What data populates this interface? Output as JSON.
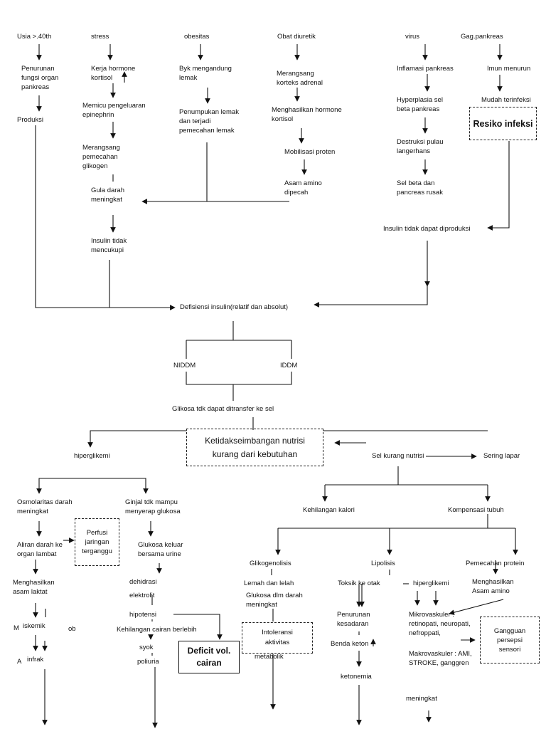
{
  "col1": {
    "title": "Usia >.40th",
    "n1": "Penurunan\nfungsi organ\npankreas",
    "n2": "Produksi"
  },
  "col2": {
    "title": "stress",
    "n1": "Kerja hormone\nkortisol",
    "n2": "Memicu pengeluaran\nepinephrin",
    "n3": "Merangsang\npemecahan\nglikogen",
    "n4": "Gula darah\nmeningkat",
    "n5": "Insulin tidak\nmencukupi"
  },
  "col3": {
    "title": "obesitas",
    "n1": "Byk mengandung\nlemak",
    "n2": "Penumpukan lemak\ndan terjadi\npemecahan lemak"
  },
  "col4": {
    "title": "Obat diuretik",
    "n1": "Merangsang\nkorteks adrenal",
    "n2": "Menghasilkan hormone\nkortisol",
    "n3": "Mobilisasi proten",
    "n4": "Asam amino\ndipecah"
  },
  "col5": {
    "title": "virus",
    "n1": "Inflamasi pankreas",
    "n2": "Hyperplasia sel\nbeta pankreas",
    "n3": "Destruksi pulau\nlangerhans",
    "n4": "Sel beta dan\npancreas rusak",
    "n5": "Insulin tidak dapat diproduksi"
  },
  "col6": {
    "title": "Gag.pankreas",
    "n1": "Imun menurun",
    "n2": "Mudah terinfeksi",
    "box": "Resiko infeksi"
  },
  "center": {
    "defisiensi": "Defisiensi insulin(relatif  dan absolut)",
    "niddm": "NIDDM",
    "iddm": "IDDM",
    "glikosa": "Glikosa tdk dapat ditransfer ke sel",
    "nutrisi_box": "Ketidakseimbangan nutrisi\nkurang dari kebutuhan"
  },
  "left": {
    "hiperglikemi": "hiperglikemi",
    "osmo": "Osmolaritas darah\nmeningkat",
    "aliran": "Aliran darah ke\norgan lambat",
    "perfusi": "Perfusi\njaringan\nterganggu",
    "laktat": "Menghasilkan\nasam laktat",
    "iskemik": "iskemik",
    "infrak": "infrak",
    "frag_m": "M",
    "frag_ob": "ob",
    "frag_a": "A",
    "ginjal": "Ginjal tdk mampu\nmenyerap glukosa",
    "glukosa_urine": "Glukosa keluar\nbersama urine",
    "dehidrasi": "dehidrasi",
    "elektrolit": "elektrolit",
    "hipotensi": "hipotensi",
    "kehilangan_cairan": "Kehilangan cairan berlebih",
    "syok": "syok",
    "poliuria": "poliuria",
    "deficit_box": "Deficit vol.\ncairan"
  },
  "right": {
    "sel_kurang": "Sel kurang nutrisi",
    "sering_lapar": "Sering lapar",
    "kehilangan_kalori": "Kehilangan kalori",
    "kompensasi": "Kompensasi tubuh",
    "glikogenolisis": "Glikogenolisis",
    "lemah": "Lemah dan lelah",
    "glukosa_dlm": "Glukosa dlm darah\nmeningkat",
    "intoleransi_box": "Intoleransi\naktivitas",
    "metabolik": "metabolik",
    "lipolisis": "Lipolisis",
    "toksik": "Toksik ke otak",
    "penurunan_kesadaran": "Penurunan\nkesadaran",
    "benda_keton": "Benda keton",
    "ketonemia": "ketonemia",
    "pemecahan_protein": "Pemecahan protein",
    "hiperglikemi2": "hiperglikemi",
    "asam_amino": "Menghasilkan\nAsam amino",
    "mikro": "Mikrovaskuler  :\nretinopati, neuropati,\nnefroppati,",
    "makro": "Makrovaskuler : AMI,\nSTROKE, ganggren",
    "gangguan_box": "Gangguan\npersepsi\nsensori",
    "meningkat": "meningkat"
  }
}
